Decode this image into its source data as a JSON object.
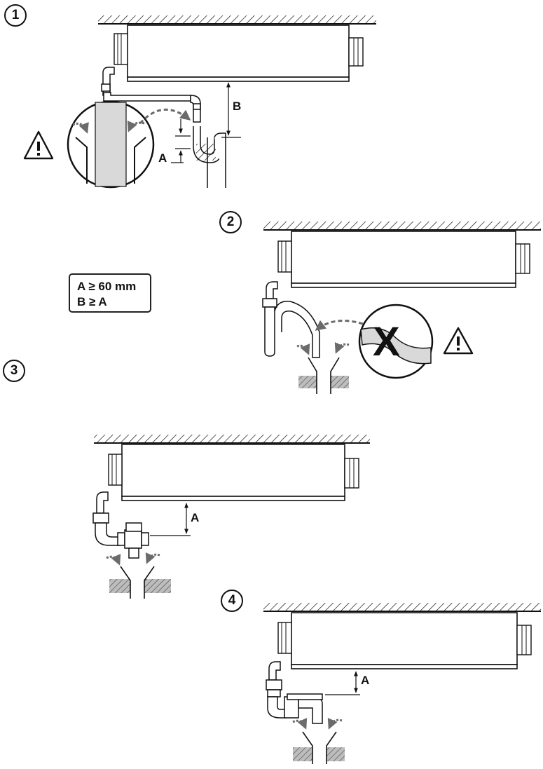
{
  "steps": {
    "step1": "1",
    "step2": "2",
    "step3": "3",
    "step4": "4"
  },
  "labels": {
    "a1": "A",
    "b1": "B",
    "a3": "A",
    "a4": "A"
  },
  "spec": {
    "line1": "A ≥ 60 mm",
    "line2": "B ≥ A"
  },
  "prohibited_mark": "X",
  "icons": {
    "warning": "warning-triangle-icon",
    "flow": "flow-arrow-icon",
    "prohibited": "prohibited-x-icon"
  },
  "colors": {
    "line": "#111111",
    "arrow_gray": "#6b6b6b",
    "fill_gray": "#d9d9d9"
  }
}
